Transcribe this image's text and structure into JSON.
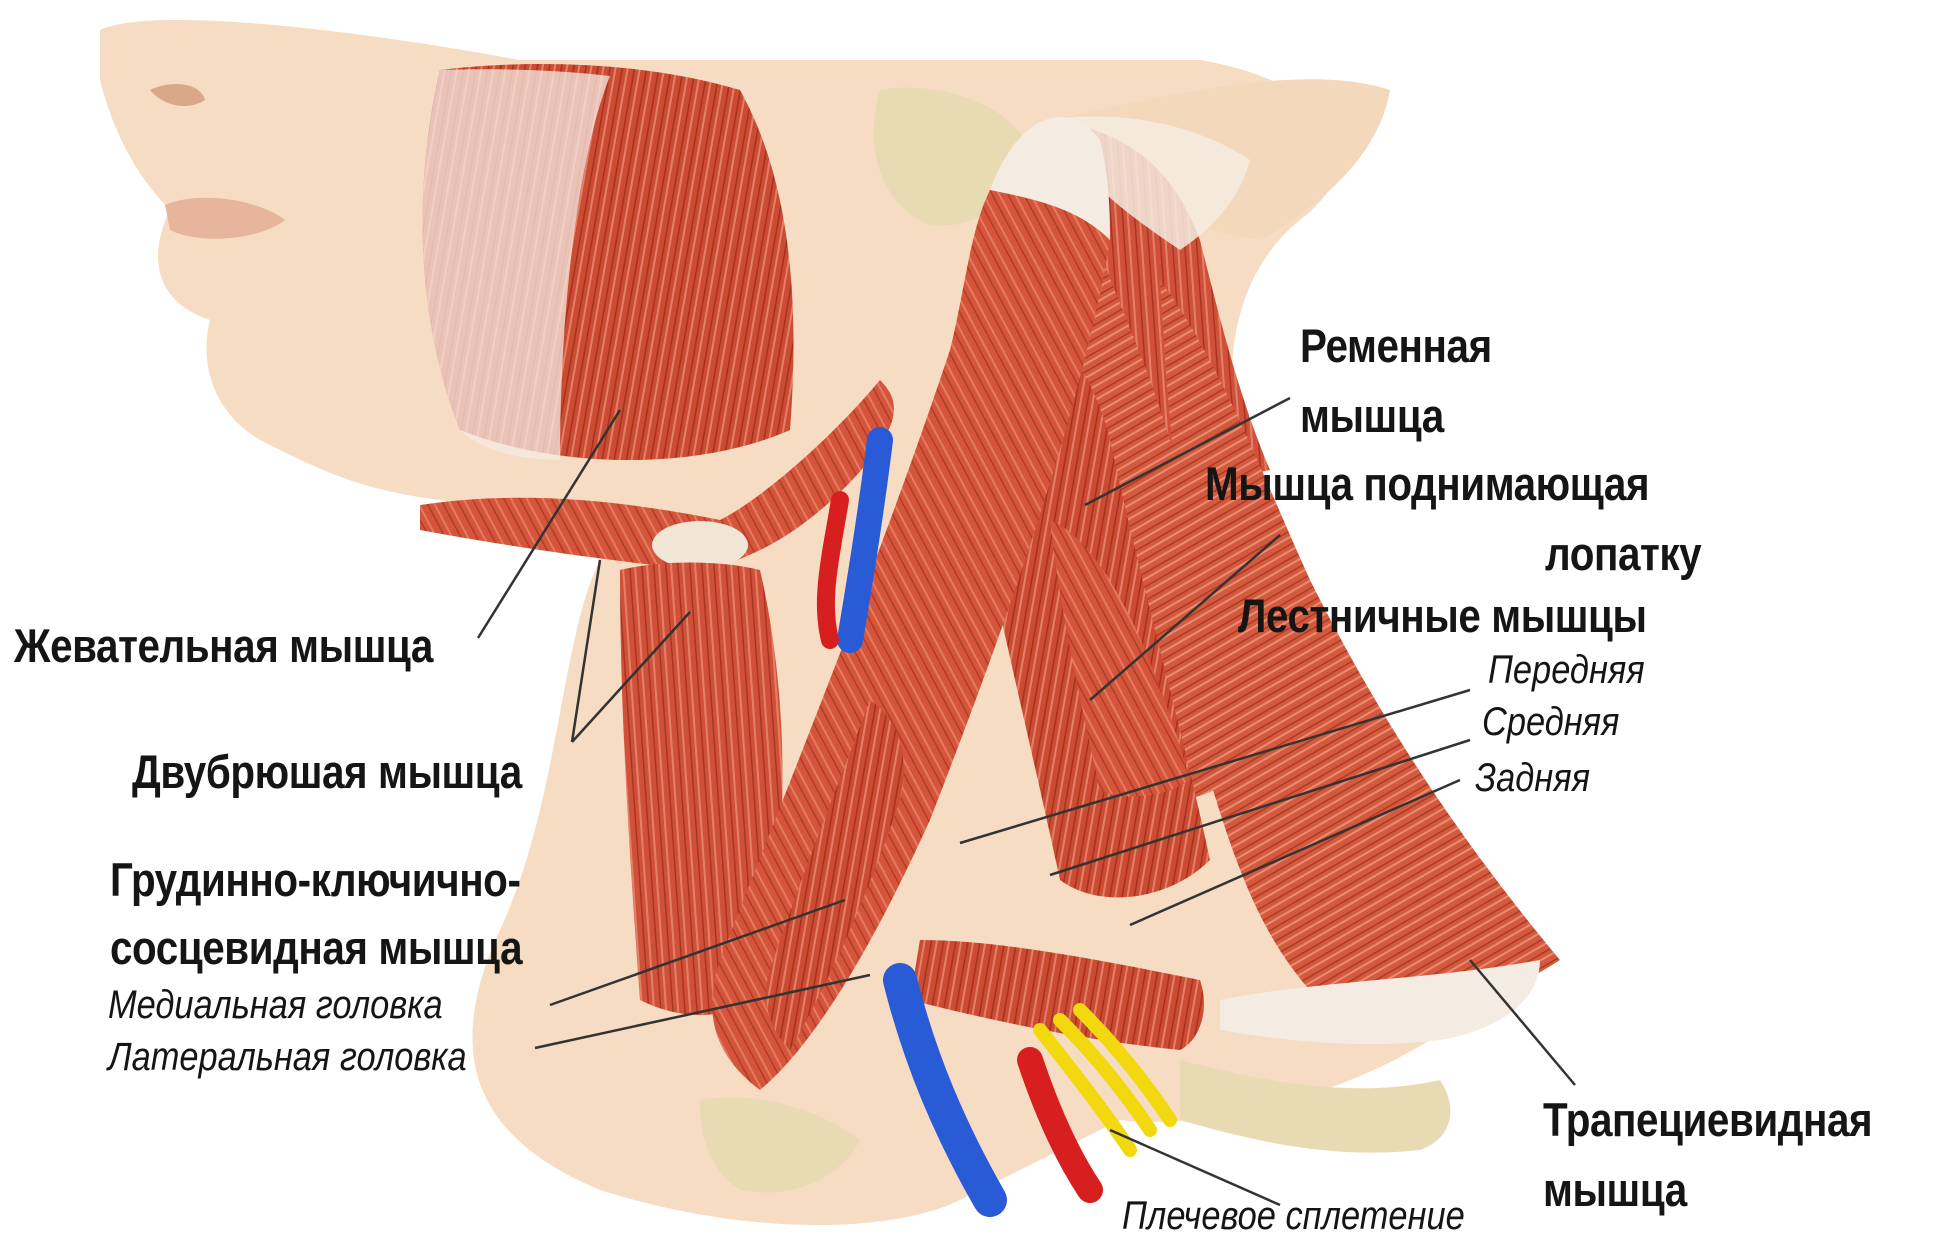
{
  "labels": {
    "splenius_1": "Ременная",
    "splenius_2": "мышца",
    "levator_1": "Мышца поднимающая",
    "levator_2": "лопатку",
    "scalene": "Лестничные мышцы",
    "scalene_anterior": "Передняя",
    "scalene_middle": "Средняя",
    "scalene_posterior": "Задняя",
    "masseter": "Жевательная мышца",
    "digastric": "Двубрюшая мышца",
    "scm_1": "Грудинно-ключично-",
    "scm_2": "сосцевидная мышца",
    "scm_medial": "Медиальная головка",
    "scm_lateral": "Латеральная головка",
    "trapezius_1": "Трапециевидная",
    "trapezius_2": "мышца",
    "plexus": "Плечевое сплетение"
  },
  "colors": {
    "muscle": "#d4553c",
    "muscle_dark": "#a8321f",
    "skin": "#f5dcc2",
    "bone": "#e9dcb8",
    "vein": "#2a5bd7",
    "artery": "#d81f1f",
    "nerve": "#f2d80e"
  }
}
